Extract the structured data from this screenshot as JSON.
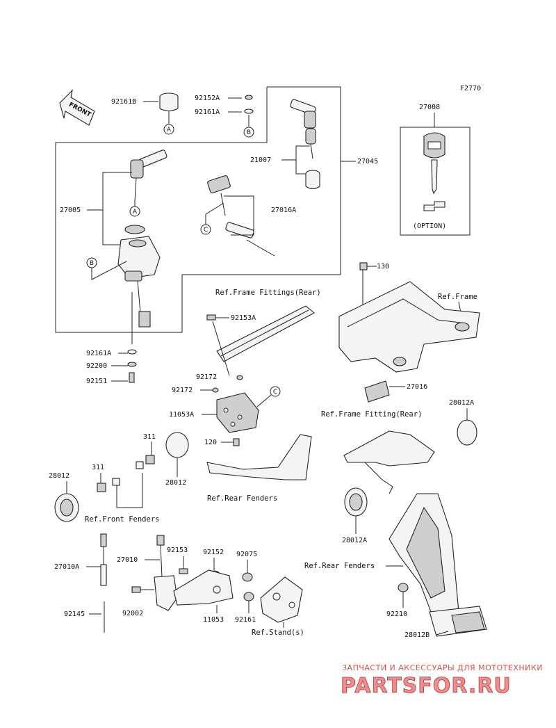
{
  "figure_code": "F2770",
  "front_arrow": "FRONT",
  "labels": {
    "p92161B": "92161B",
    "p92152A": "92152A",
    "p92161A_top": "92161A",
    "p27008": "27008",
    "option": "(OPTION)",
    "p21007": "21007",
    "p27045": "27045",
    "p27005": "27005",
    "p27016A": "27016A",
    "p130": "130",
    "ref_frame_fittings_rear": "Ref.Frame Fittings(Rear)",
    "ref_frame": "Ref.Frame",
    "p92153A": "92153A",
    "p92161A_bot": "92161A",
    "p92200": "92200",
    "p92151": "92151",
    "p92172_a": "92172",
    "p92172_b": "92172",
    "p27016": "27016",
    "p28012A_top": "28012A",
    "p11053A": "11053A",
    "ref_frame_fitting_rear": "Ref.Frame Fitting(Rear)",
    "p311_a": "311",
    "p120": "120",
    "p28012_left": "28012",
    "p311_b": "311",
    "p28012_mid": "28012",
    "ref_rear_fenders_top": "Ref.Rear Fenders",
    "ref_front_fenders": "Ref.Front Fenders",
    "p28012A_bot": "28012A",
    "p27010A": "27010A",
    "p27010": "27010",
    "p92153": "92153",
    "p92152": "92152",
    "p92075": "92075",
    "ref_rear_fenders_bot": "Ref.Rear Fenders",
    "p92145": "92145",
    "p92002": "92002",
    "p11053": "11053",
    "p92161": "92161",
    "p92210": "92210",
    "ref_stands": "Ref.Stand(s)",
    "p28012B": "28012B"
  },
  "callouts": {
    "a1": "A",
    "a2": "A",
    "b1": "B",
    "b2": "B",
    "c1": "C",
    "c2": "C"
  },
  "watermark": {
    "tagline": "ЗАПЧАСТИ И АКСЕССУАРЫ ДЛЯ МОТОТЕХНИКИ",
    "brand": "PARTSFOR.RU"
  }
}
